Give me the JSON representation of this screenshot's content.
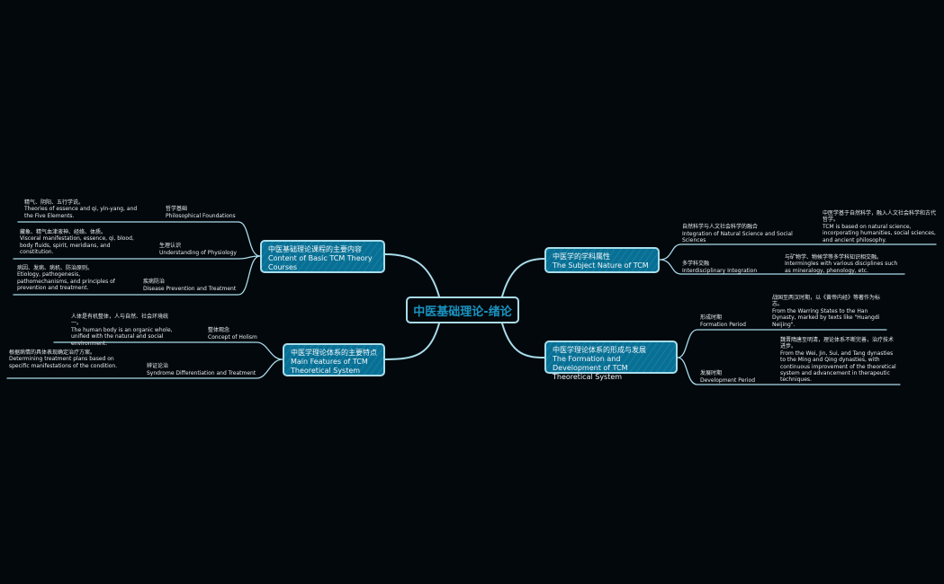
{
  "root": {
    "title": "中医基础理论-绪论"
  },
  "colors": {
    "background": "#02080c",
    "line": "#a9dcea",
    "topic_fill": "#0a6f93",
    "root_text": "#1a93c0"
  },
  "topics": [
    {
      "zh": "中医基础理论课程的主要内容",
      "en": "Content of Basic TCM Theory Courses",
      "children": [
        {
          "label_zh": "哲学基础",
          "label_en": "Philosophical Foundations",
          "desc_zh": "精气、阴阳、五行学说。",
          "desc_en": "Theories of essence and qi, yin-yang, and the Five Elements."
        },
        {
          "label_zh": "生理认识",
          "label_en": "Understanding of Physiology",
          "desc_zh": "藏象、精气血津液神、经络、体质。",
          "desc_en": "Visceral manifestation, essence, qi, blood, body fluids, spirit, meridians, and constitution."
        },
        {
          "label_zh": "疾病防治",
          "label_en": "Disease Prevention and Treatment",
          "desc_zh": "病因、发病、病机、防治原则。",
          "desc_en": "Etiology, pathogenesis, pathomechanisms, and principles of prevention and treatment."
        }
      ]
    },
    {
      "zh": "中医学理论体系的主要特点",
      "en": "Main Features of TCM Theoretical System",
      "children": [
        {
          "label_zh": "整体观念",
          "label_en": "Concept of Holism",
          "desc_zh": "人体是有机整体，人与自然、社会环境统一。",
          "desc_en": "The human body is an organic whole, unified with the natural and social environment."
        },
        {
          "label_zh": "辨证论治",
          "label_en": "Syndrome Differentiation and Treatment",
          "desc_zh": "根据病情的具体表现确定治疗方案。",
          "desc_en": "Determining treatment plans based on specific manifestations of the condition."
        }
      ]
    },
    {
      "zh": "中医学的学科属性",
      "en": "The Subject Nature of TCM",
      "children": [
        {
          "label_zh": "自然科学与人文社会科学的融合",
          "label_en": "Integration of Natural Science and Social Sciences",
          "desc_zh": "中医学基于自然科学，融入人文社会科学和古代哲学。",
          "desc_en": "TCM is based on natural science, incorporating humanities, social sciences, and ancient philosophy."
        },
        {
          "label_zh": "多学科交融",
          "label_en": "Interdisciplinary Integration",
          "desc_zh": "与矿物学、物候学等多学科知识相交融。",
          "desc_en": "Intermingles with various disciplines such as mineralogy, phenology, etc."
        }
      ]
    },
    {
      "zh": "中医学理论体系的形成与发展",
      "en": "The Formation and Development of TCM Theoretical System",
      "children": [
        {
          "label_zh": "形成时期",
          "label_en": "Formation Period",
          "desc_zh": "战国至两汉时期，以《黄帝内经》等著作为标志。",
          "desc_en": "From the Warring States to the Han Dynasty, marked by texts like \"Huangdi Neijing\"."
        },
        {
          "label_zh": "发展时期",
          "label_en": "Development Period",
          "desc_zh": "魏晋隋唐至明清，理论体系不断完善，治疗技术进步。",
          "desc_en": "From the Wei, Jin, Sui, and Tang dynasties to the Ming and Qing dynasties, with continuous improvement of the theoretical system and advancement in therapeutic techniques."
        }
      ]
    }
  ]
}
